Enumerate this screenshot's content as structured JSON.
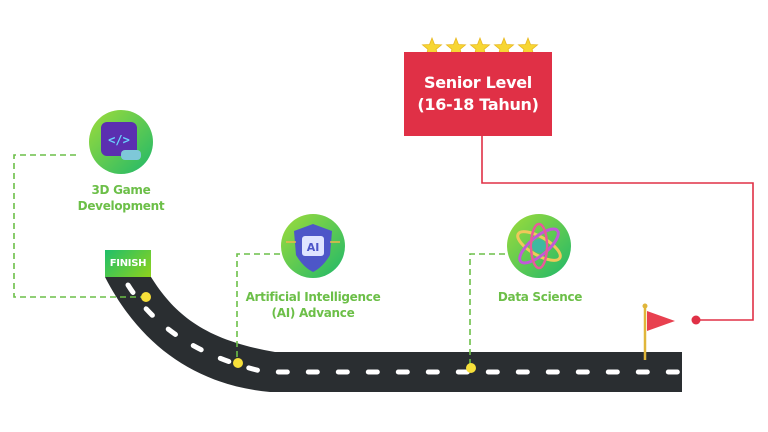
{
  "level": {
    "title_line1": "Senior Level",
    "title_line2": "(16-18 Tahun)",
    "stars": 5,
    "color": "#e03046"
  },
  "finish_label": "FINISH",
  "milestones": [
    {
      "name": "3D Game Development",
      "line1": "3D Game",
      "line2": "Development",
      "icon": "game-code-icon"
    },
    {
      "name": "Artificial Intelligence (AI) Advance",
      "line1": "Artificial Intelligence",
      "line2": "(AI) Advance",
      "icon": "ai-shield-icon"
    },
    {
      "name": "Data Science",
      "line1": "Data Science",
      "line2": "",
      "icon": "atom-icon"
    }
  ],
  "colors": {
    "road": "#2a2e31",
    "accent_green": "#6cbf48",
    "marker_yellow": "#f7e03a",
    "flag_red": "#e8404f"
  }
}
